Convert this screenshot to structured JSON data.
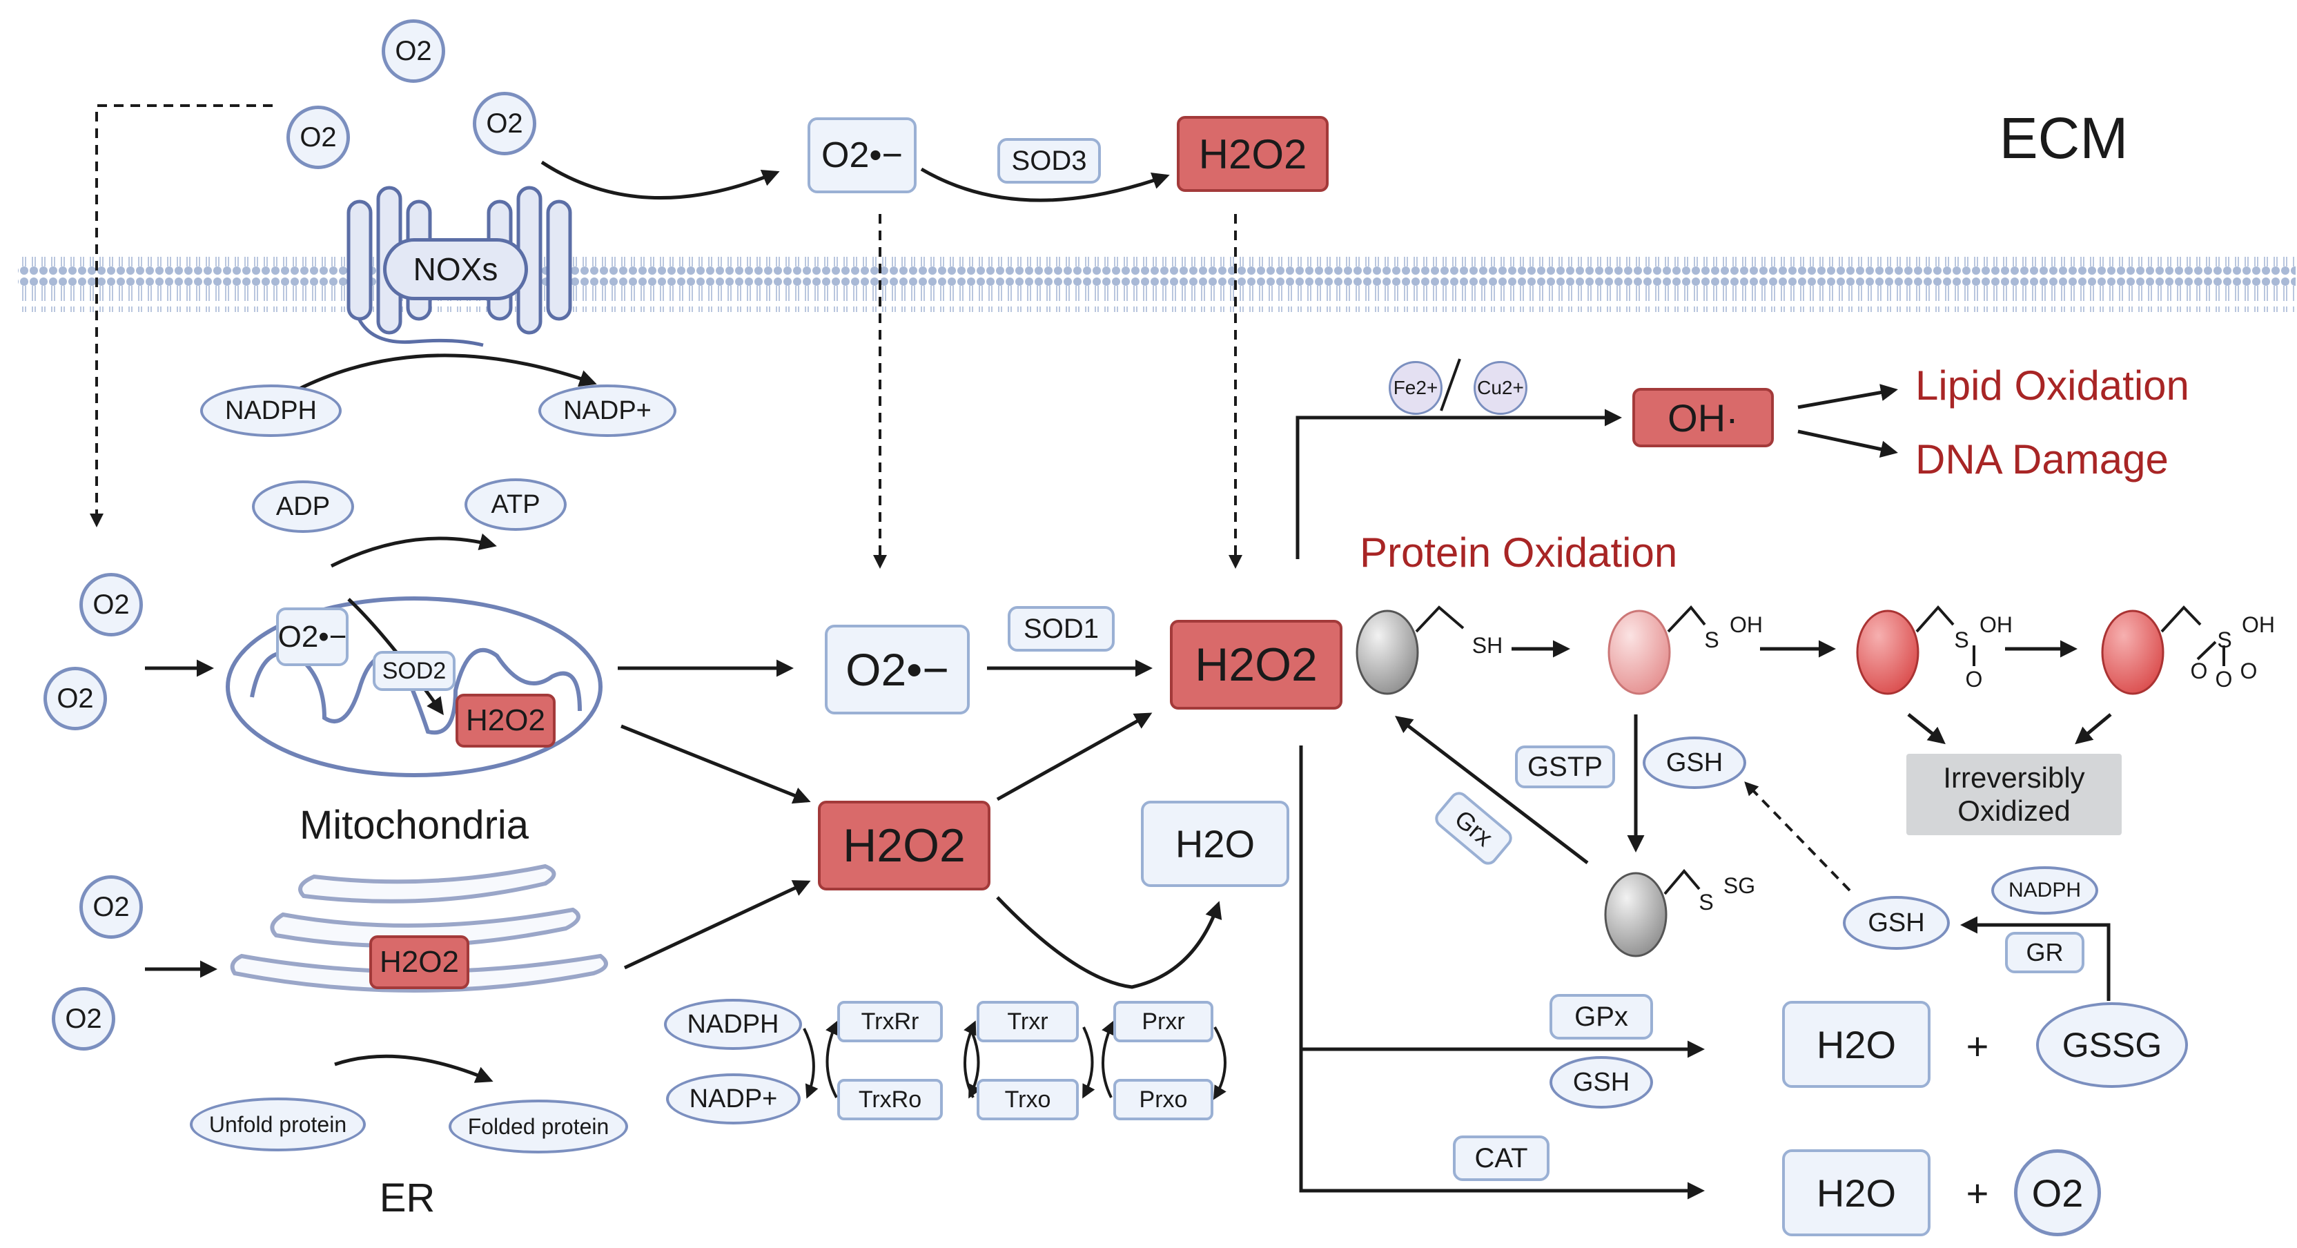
{
  "region": {
    "ecm": "ECM"
  },
  "organelles": {
    "mitochondria": "Mitochondria",
    "er": "ER"
  },
  "molecules": {
    "o2": "O2",
    "superoxide": "O2•−",
    "h2o2": "H2O2",
    "h2o": "H2O",
    "hydroxyl": "OH·",
    "gssg": "GSSG",
    "gsh": "GSH",
    "nadph": "NADPH",
    "nadp": "NADP+",
    "adp": "ADP",
    "atp": "ATP",
    "fe": "Fe2+",
    "cu": "Cu2+",
    "plus": "+",
    "unfold_protein": "Unfold protein",
    "folded_protein": "Folded protein"
  },
  "enzymes": {
    "noxs": "NOXs",
    "sod1": "SOD1",
    "sod2": "SOD2",
    "sod3": "SOD3",
    "gstp": "GSTP",
    "grx": "Grx",
    "gr": "GR",
    "gpx": "GPx",
    "cat": "CAT",
    "trxr_r": "TrxRr",
    "trxr_o": "TrxRo",
    "trx_r": "Trxr",
    "trx_o": "Trxo",
    "prx_r": "Prxr",
    "prx_o": "Prxo"
  },
  "outcomes": {
    "lipid": "Lipid Oxidation",
    "dna": "DNA Damage",
    "protein": "Protein Oxidation",
    "irreversible_line1": "Irreversibly",
    "irreversible_line2": "Oxidized"
  },
  "groups": {
    "sh": "SH",
    "soh": "S",
    "oh": "OH",
    "o": "O",
    "sg": "SG"
  },
  "colors": {
    "membrane": "#a9b9d6",
    "oxidant_fill": "#d96a6a",
    "oxidant_border": "#a33a3a",
    "outcome_text": "#a82525",
    "neutral_fill": "#eef3fb",
    "outline": "#7b8fbf"
  }
}
